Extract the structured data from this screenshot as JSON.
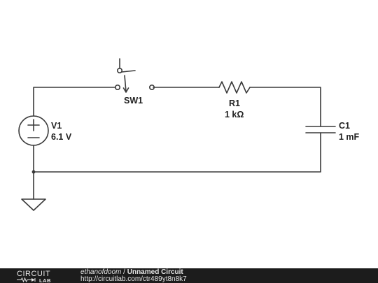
{
  "circuit": {
    "components": {
      "v1": {
        "name": "V1",
        "value": "6.1 V"
      },
      "sw1": {
        "name": "SW1"
      },
      "r1": {
        "name": "R1",
        "value": "1 kΩ"
      },
      "c1": {
        "name": "C1",
        "value": "1 mF"
      }
    }
  },
  "footer": {
    "logo_top": "CIRCUIT",
    "logo_bottom": "LAB",
    "author": "ethanofdoom",
    "separator": " / ",
    "title": "Unnamed Circuit",
    "url": "http://circuitlab.com/ctr489yt8n8k7"
  }
}
